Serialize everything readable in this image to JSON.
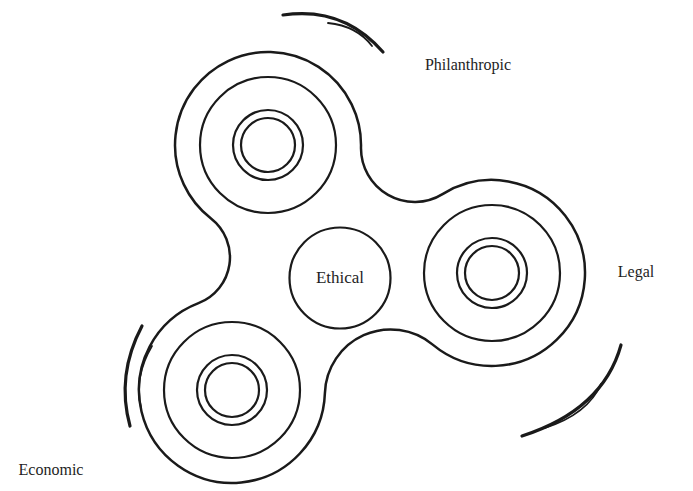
{
  "diagram": {
    "nodes": [
      {
        "text": [
          "Ethical"
        ]
      }
    ],
    "labels": [
      "Philanthropic",
      "Legal",
      "Economic"
    ]
  }
}
